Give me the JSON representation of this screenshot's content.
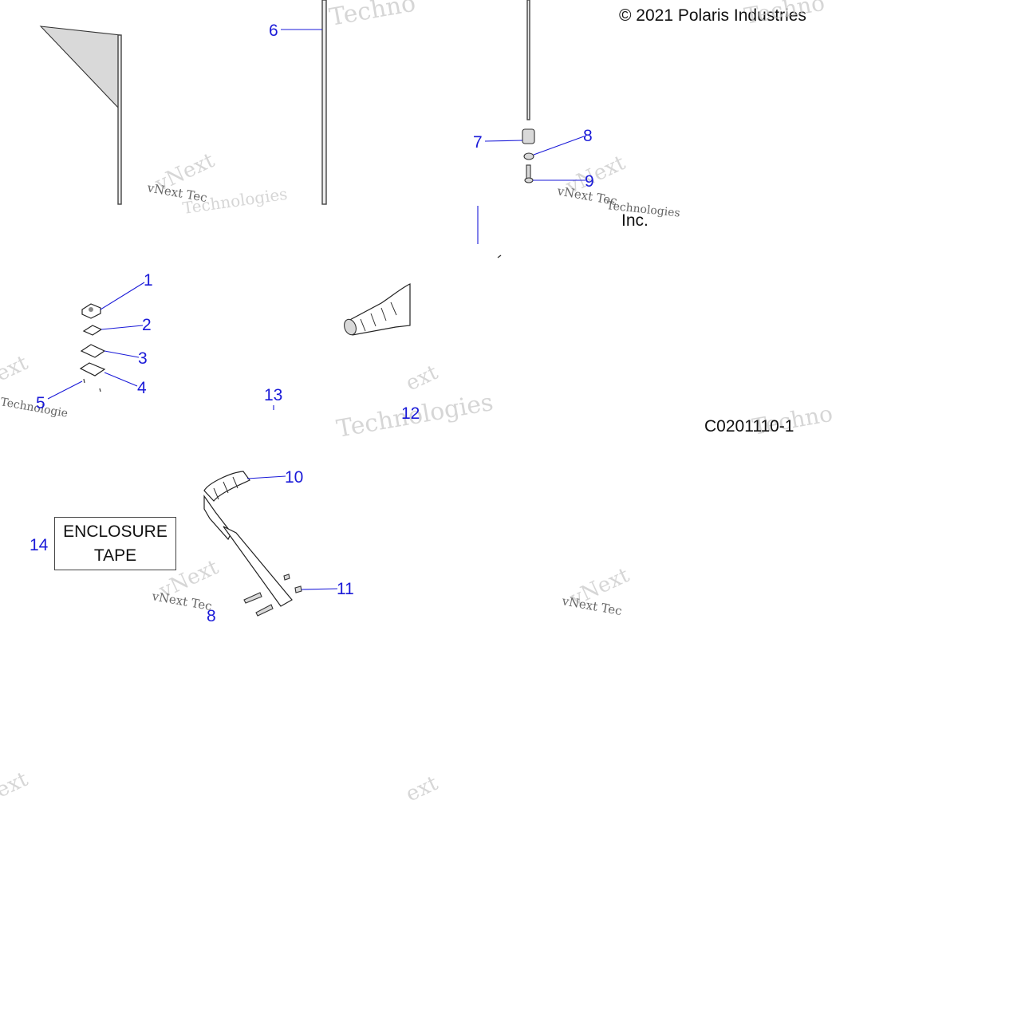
{
  "copyright": "© 2021 Polaris Industries",
  "diagram_id": "C0201110-1",
  "inc_label": "Inc.",
  "enclosure_tape": {
    "line1": "ENCLOSURE",
    "line2": "TAPE"
  },
  "callouts": {
    "c1": "1",
    "c2": "2",
    "c3": "3",
    "c4": "4",
    "c5": "5",
    "c6": "6",
    "c7": "7",
    "c8": "8",
    "c9": "9",
    "c10": "10",
    "c11": "11",
    "c12": "12",
    "c13": "13",
    "c14": "14",
    "c8b": "8"
  },
  "watermarks": {
    "techno": "Techno",
    "technologies": "Technologies",
    "vnext_tec": "vNext Tec",
    "vnext": "vNext",
    "ext": "ext",
    "technologie": "Technologie"
  },
  "colors": {
    "callout": "#1a1ad8",
    "watermark": "#c9c9c9"
  }
}
